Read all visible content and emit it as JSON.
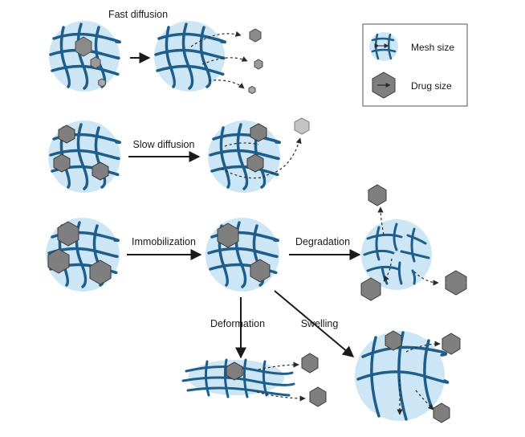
{
  "labels": {
    "fast_diffusion": "Fast diffusion",
    "slow_diffusion": "Slow diffusion",
    "immobilization": "Immobilization",
    "degradation": "Degradation",
    "deformation": "Deformation",
    "swelling": "Swelling"
  },
  "legend": {
    "mesh_size": "Mesh size",
    "drug_size": "Drug size"
  },
  "colors": {
    "gel_fill": "#cde6f5",
    "mesh_stroke": "#1f5d8a",
    "drug_fill": "#8a8a8a",
    "drug_stroke": "#4a4a4a",
    "arrow": "#1a1a1a"
  }
}
